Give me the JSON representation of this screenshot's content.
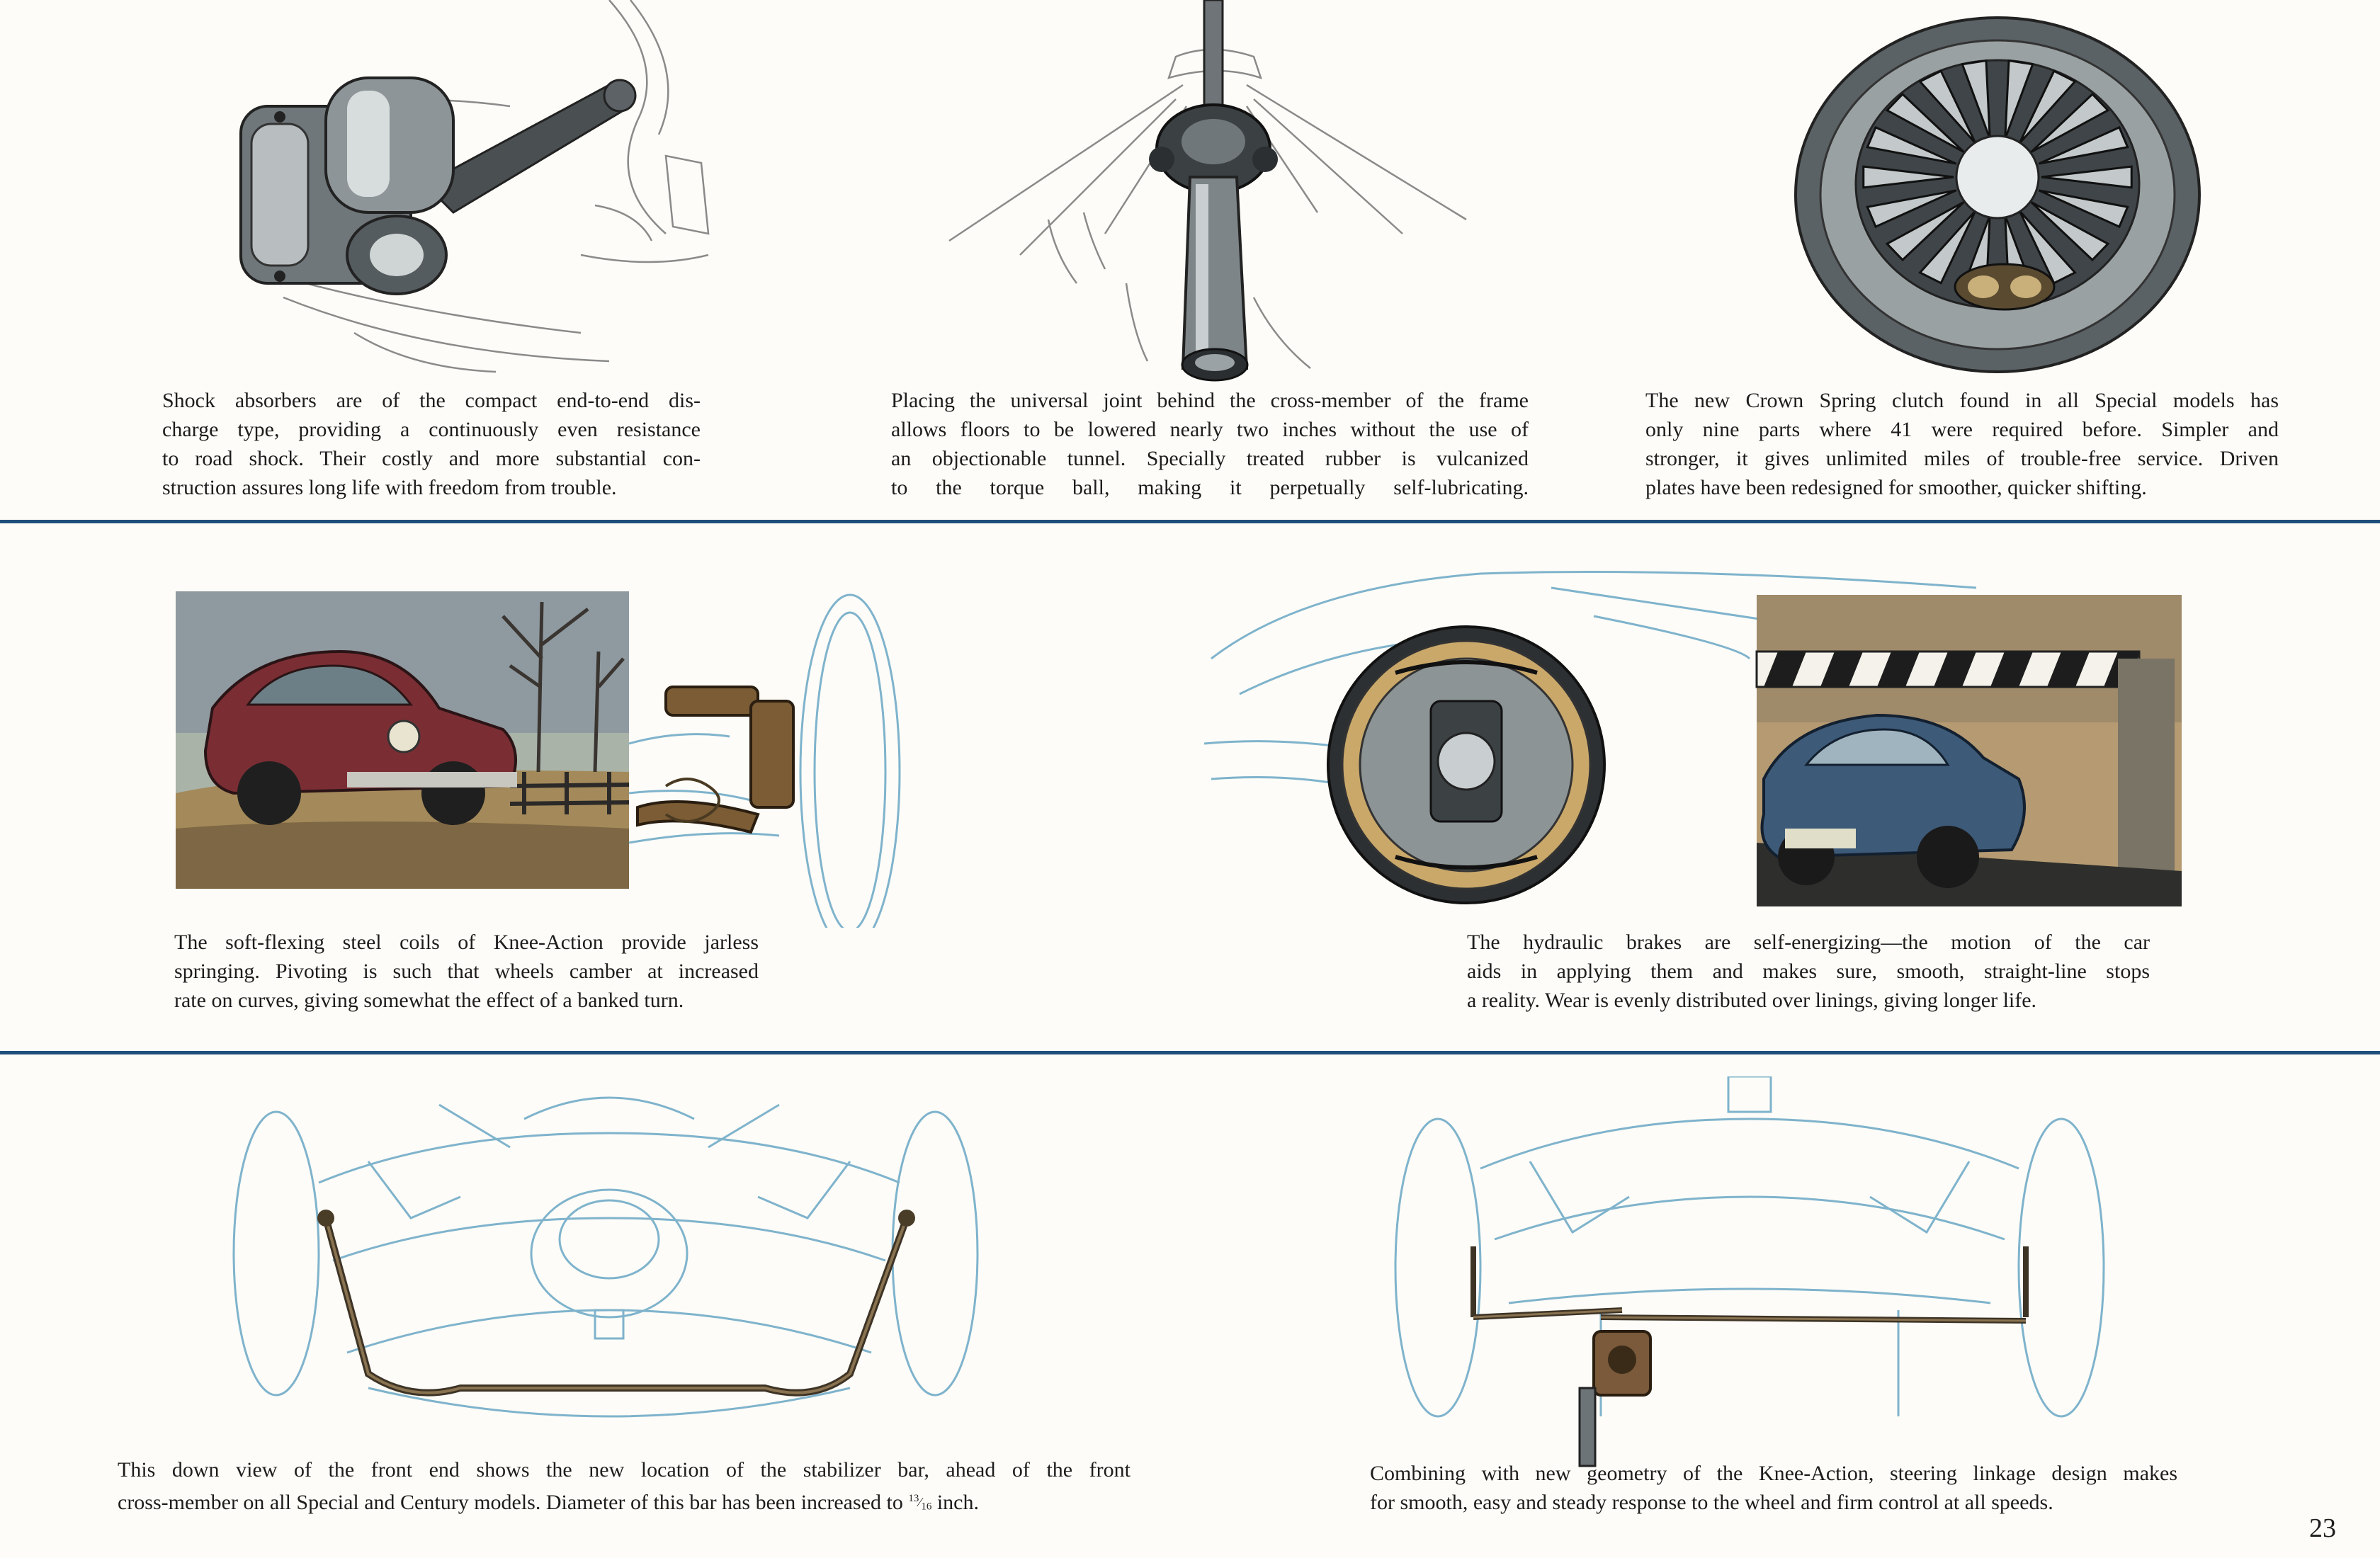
{
  "page_number": "23",
  "colors": {
    "rule": "#1f4f7b",
    "line_art": "#7fb3cc",
    "car_red": "#7a2e34",
    "car_blue": "#3d5a78"
  },
  "panels": {
    "shock_absorber": {
      "icon": "shock-absorber-illustration",
      "lines": [
        "Shock absorbers are of the compact end-to-end dis-",
        "charge type, providing a continuously even resistance",
        "to road shock. Their costly and more substantial con-",
        "struction assures long life with freedom from trouble."
      ]
    },
    "universal_joint": {
      "icon": "universal-joint-illustration",
      "lines": [
        "Placing the universal joint behind the cross-member of the frame",
        "allows floors to be lowered nearly two inches without the use of",
        "an objectionable tunnel. Specially treated rubber is vulcanized",
        "to the torque ball, making it perpetually self-lubricating."
      ]
    },
    "clutch": {
      "icon": "clutch-illustration",
      "lines": [
        "The new Crown Spring clutch found in all Special models has",
        "only nine parts where 41 were required before. Simpler and",
        "stronger, it gives unlimited miles of trouble-free service. Driven",
        "plates have been redesigned for smoother, quicker shifting."
      ]
    },
    "knee_action": {
      "icon": "knee-action-car-illustration",
      "lines": [
        "The soft-flexing steel coils of Knee-Action provide jarless",
        "springing. Pivoting is such that wheels camber at increased",
        "rate on curves, giving somewhat the effect of a banked turn."
      ]
    },
    "brakes": {
      "icon": "hydraulic-brake-illustration",
      "lines": [
        "The hydraulic brakes are self-energizing—the motion of the car",
        "aids in applying them and makes sure, smooth, straight-line stops",
        "a reality. Wear is evenly distributed over linings, giving longer life."
      ]
    },
    "stabilizer": {
      "icon": "stabilizer-bar-illustration",
      "lines": [
        "This down view of the front end shows the new location of the stabilizer bar, ahead of the front",
        "cross-member on all Special and Century models. Diameter of this bar has been increased to"
      ],
      "fraction_num": "13",
      "fraction_den": "16",
      "line_end": " inch."
    },
    "steering": {
      "icon": "steering-linkage-illustration",
      "lines": [
        "Combining with new geometry of the Knee-Action, steering linkage design makes",
        "for smooth, easy and steady response to the wheel and firm control at all speeds."
      ]
    }
  }
}
